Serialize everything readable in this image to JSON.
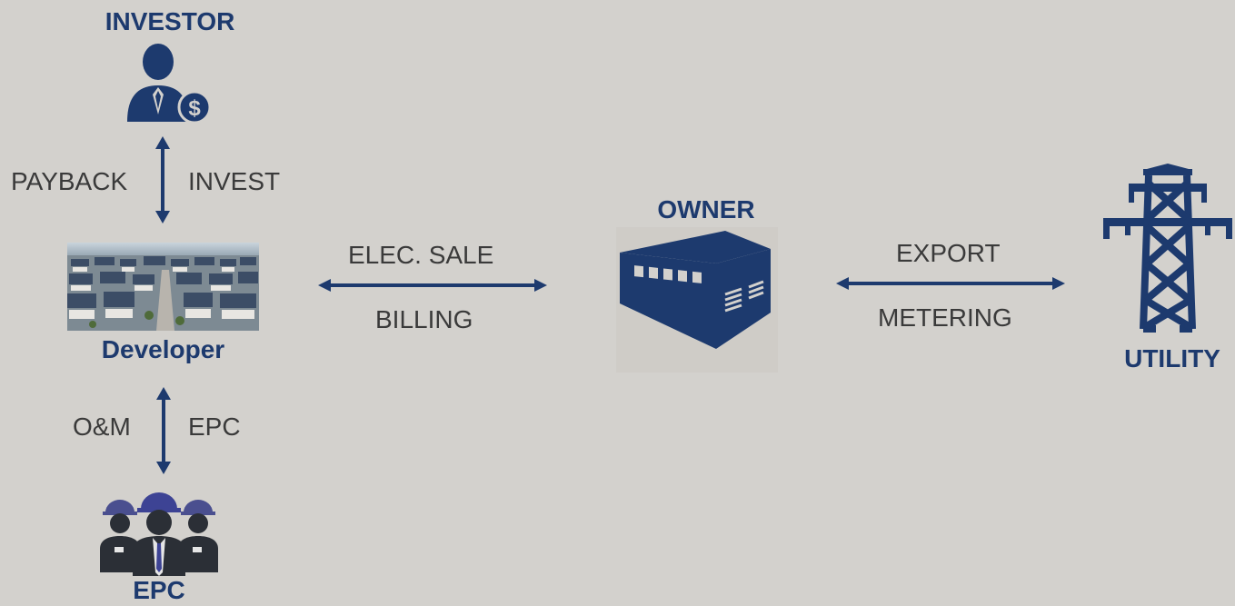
{
  "entities": {
    "investor": {
      "label": "INVESTOR"
    },
    "developer": {
      "label": "Developer"
    },
    "owner": {
      "label": "OWNER"
    },
    "utility": {
      "label": "UTILITY"
    },
    "epc": {
      "label": "EPC"
    }
  },
  "flows": {
    "investor_developer": {
      "left": "PAYBACK",
      "right": "INVEST"
    },
    "developer_epc": {
      "left": "O&M",
      "right": "EPC"
    },
    "developer_owner": {
      "top": "ELEC. SALE",
      "bottom": "BILLING"
    },
    "owner_utility": {
      "top": "EXPORT",
      "bottom": "METERING"
    }
  },
  "colors": {
    "background": "#d3d1cd",
    "navy": "#1d3a6e",
    "text": "#3a3a3a"
  },
  "icons": {
    "investor": "businessman-dollar-icon",
    "developer": "solar-neighborhood-photo",
    "owner": "warehouse-building-icon",
    "utility": "power-transmission-tower-icon",
    "epc": "engineers-hardhat-group-icon"
  }
}
